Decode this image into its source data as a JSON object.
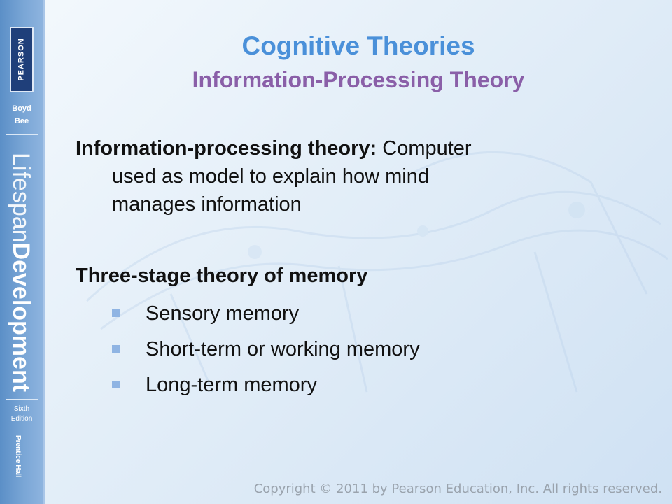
{
  "spine": {
    "publisher": "PEARSON",
    "authors": [
      "Boyd",
      "Bee"
    ],
    "book_title_light": "Lifespan",
    "book_title_bold": "Development",
    "edition": [
      "Sixth",
      "Edition"
    ],
    "imprint": "Prentice Hall"
  },
  "slide": {
    "title": "Cognitive Theories",
    "subtitle": "Information-Processing Theory",
    "definition_term": "Information-processing theory:",
    "definition_line1_rest": " Computer",
    "definition_line2": "used as model to explain how mind",
    "definition_line3": "manages information",
    "section_heading": "Three-stage theory of memory",
    "bullets": [
      "Sensory memory",
      "Short-term or working memory",
      "Long-term memory"
    ],
    "copyright": "Copyright © 2011 by Pearson Education, Inc. All rights reserved."
  },
  "colors": {
    "title": "#4a90d9",
    "subtitle": "#8a5fa8",
    "spine": "#6f9fd3",
    "bullet": "#8fb4e3"
  }
}
